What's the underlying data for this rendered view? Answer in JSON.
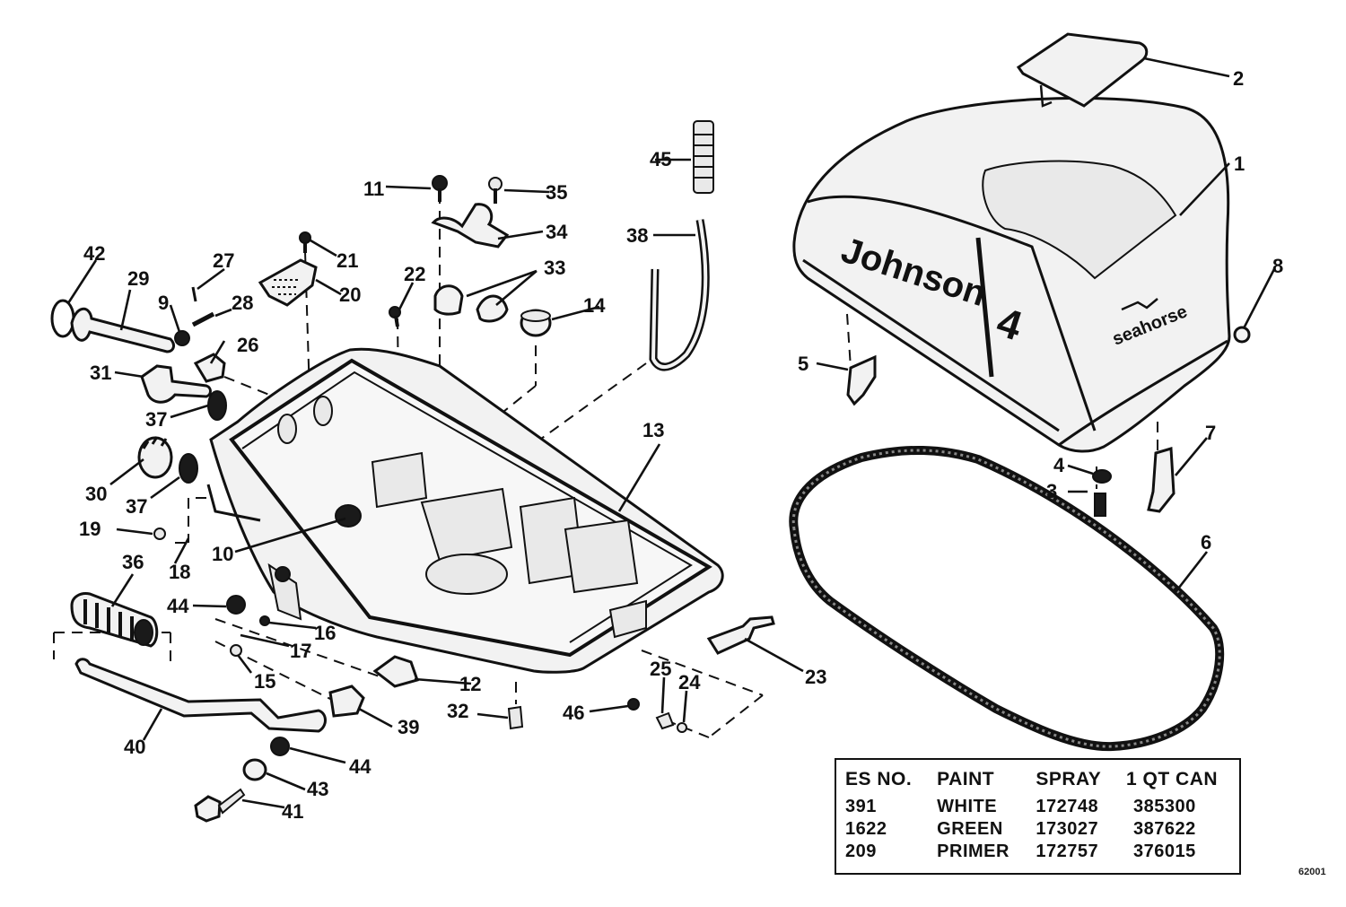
{
  "logo": {
    "brand": "Johnson",
    "model": "Sea Horse",
    "model_print": "seahorse",
    "horsepower": "4"
  },
  "callouts": [
    "1",
    "2",
    "3",
    "4",
    "5",
    "6",
    "7",
    "8",
    "9",
    "10",
    "11",
    "12",
    "13",
    "14",
    "15",
    "16",
    "17",
    "18",
    "19",
    "20",
    "21",
    "22",
    "23",
    "24",
    "25",
    "26",
    "27",
    "28",
    "29",
    "30",
    "31",
    "32",
    "33",
    "34",
    "35",
    "36",
    "37",
    "38",
    "39",
    "40",
    "41",
    "42",
    "43",
    "44",
    "45",
    "46"
  ],
  "paint_table": {
    "headers": [
      "ES NO.",
      "PAINT",
      "SPRAY",
      "1 QT CAN"
    ],
    "rows": [
      [
        "391",
        "WHITE",
        "172748",
        "385300"
      ],
      [
        "1622",
        "GREEN",
        "173027",
        "387622"
      ],
      [
        "209",
        "PRIMER",
        "172757",
        "376015"
      ]
    ]
  },
  "figure_code": "62001"
}
